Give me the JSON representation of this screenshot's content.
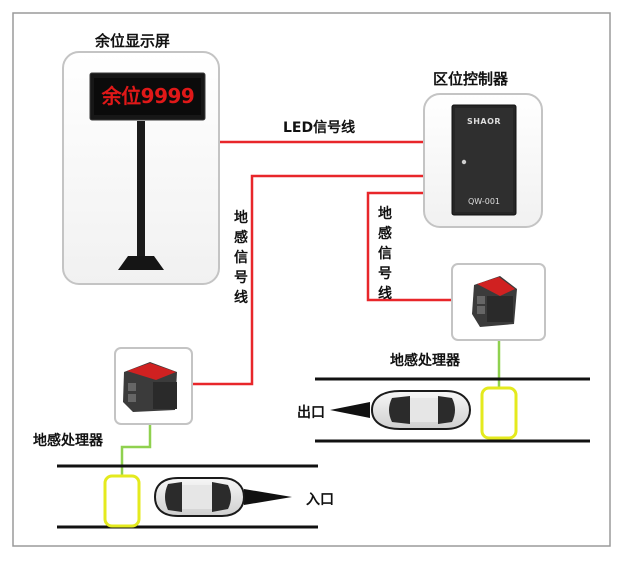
{
  "labels": {
    "display_screen": "余位显示屏",
    "zone_controller": "区位控制器",
    "led_signal_line": "LED信号线",
    "vertical_signal_left": "地感信号线",
    "vertical_signal_right": "地感信号线",
    "processor_top_right": "地感处理器",
    "processor_bottom_left": "地感处理器",
    "exit": "出口",
    "entrance": "入口"
  },
  "led_display": {
    "text": "余位9999"
  },
  "controller": {
    "brand": "SHAOR",
    "model": "QW-001"
  },
  "colors": {
    "signal_line": "#e8262a",
    "sensor_loop": "#e4ea1e",
    "processor_line": "#8fd14f",
    "led_text": "#e01818"
  }
}
